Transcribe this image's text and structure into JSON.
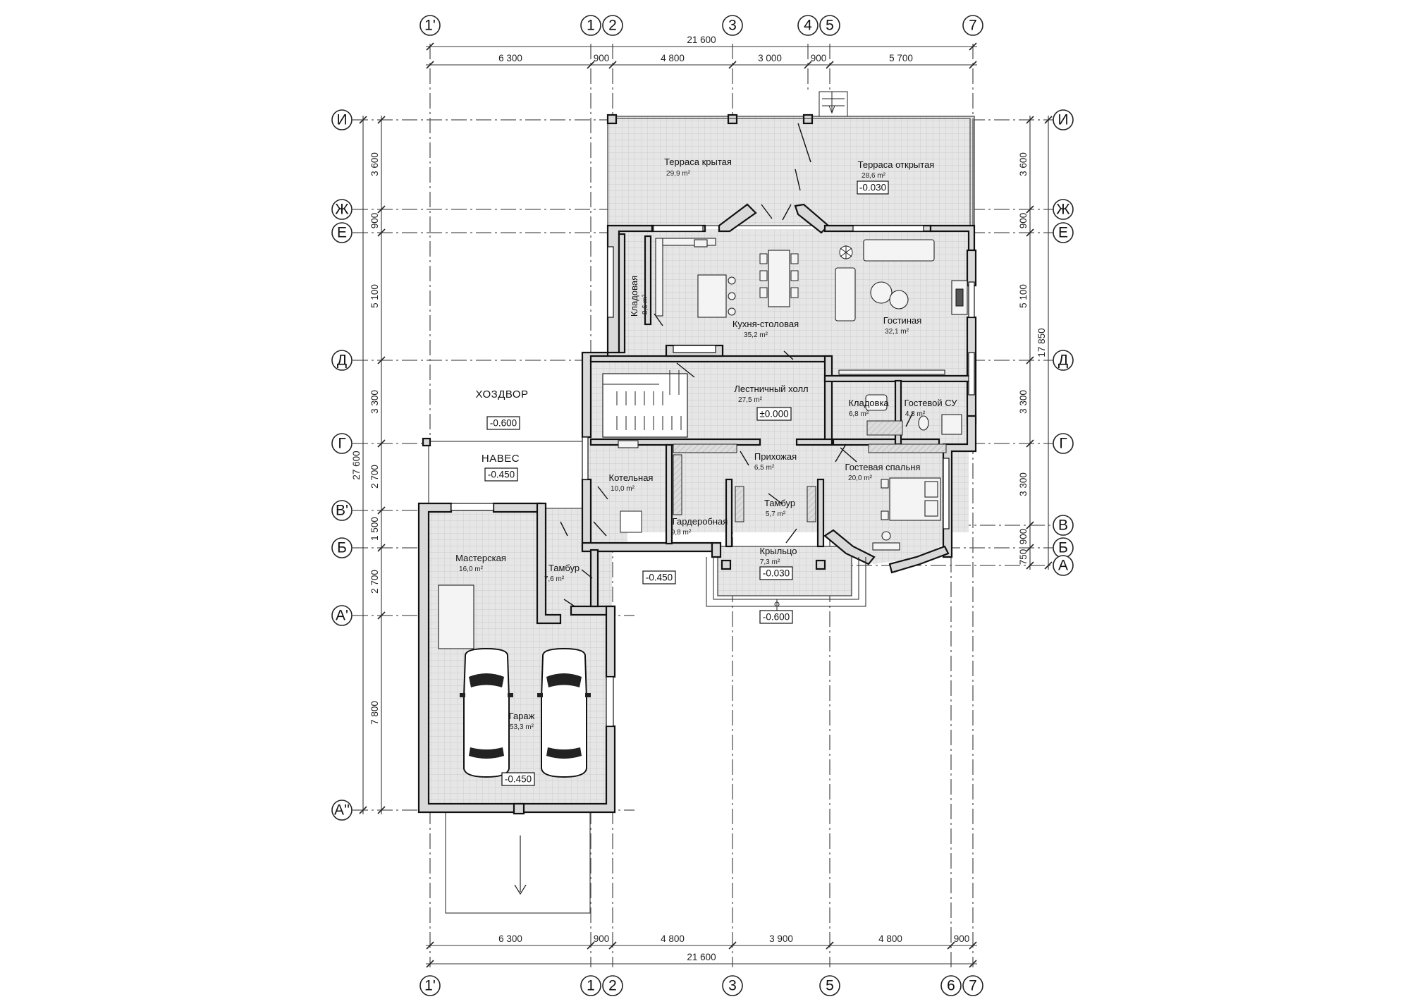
{
  "axes": {
    "vertical_top": [
      "1'",
      "1",
      "2",
      "3",
      "4",
      "5",
      "7"
    ],
    "vertical_bottom": [
      "1'",
      "1",
      "2",
      "3",
      "5",
      "6",
      "7"
    ],
    "horizontal_left": [
      "И",
      "Ж",
      "Е",
      "Д",
      "Г",
      "В'",
      "Б",
      "А'",
      "А''"
    ],
    "horizontal_right": [
      "И",
      "Ж",
      "Е",
      "Д",
      "Г",
      "В",
      "Б",
      "А"
    ]
  },
  "dimensions": {
    "top_total": "21 600",
    "top_segments": [
      "6 300",
      "900",
      "4 800",
      "3 000",
      "900",
      "5 700"
    ],
    "bottom_total": "21 600",
    "bottom_segments": [
      "6 300",
      "900",
      "4 800",
      "3 900",
      "4 800",
      "900"
    ],
    "left_total": "27 600",
    "left_segments": [
      "3 600",
      "900",
      "5 100",
      "3 300",
      "2 700",
      "1 500",
      "2 700",
      "7 800"
    ],
    "right_total": "17 850",
    "right_segments": [
      "3 600",
      "900",
      "5 100",
      "3 300",
      "3 300",
      "900",
      "750"
    ]
  },
  "rooms": [
    {
      "name": "Терраса крытая",
      "area": "29,9 m²"
    },
    {
      "name": "Терраса открытая",
      "area": "28,6 m²"
    },
    {
      "name": "Кладовая",
      "area": "8,6 m²"
    },
    {
      "name": "Кухня-столовая",
      "area": "35,2 m²"
    },
    {
      "name": "Гостиная",
      "area": "32,1 m²"
    },
    {
      "name": "Лестничный холл",
      "area": "27,5 m²"
    },
    {
      "name": "Кладовка",
      "area": "6,8 m²"
    },
    {
      "name": "Гостевой СУ",
      "area": "4,8 m²"
    },
    {
      "name": "Прихожая",
      "area": "6,5 m²"
    },
    {
      "name": "Котельная",
      "area": "10,0 m²"
    },
    {
      "name": "Гардеробная",
      "area": "9,8 m²"
    },
    {
      "name": "Тамбур",
      "area": "5,7 m²"
    },
    {
      "name": "Гостевая спальня",
      "area": "20,0 m²"
    },
    {
      "name": "Крыльцо",
      "area": "7,3 m²"
    },
    {
      "name": "Мастерская",
      "area": "16,0 m²"
    },
    {
      "name": "Тамбур",
      "area": "7,6 m²"
    },
    {
      "name": "Гараж",
      "area": "53,3 m²"
    }
  ],
  "labels": {
    "courtyard": "ХОЗДВОР",
    "canopy": "НАВЕС"
  },
  "levels": {
    "terrace": "-0.030",
    "hall": "±0.000",
    "courtyard": "-0.600",
    "canopy": "-0.450",
    "entrance_path": "-0.450",
    "porch": "-0.030",
    "porch_step": "-0.600",
    "garage": "-0.450"
  }
}
